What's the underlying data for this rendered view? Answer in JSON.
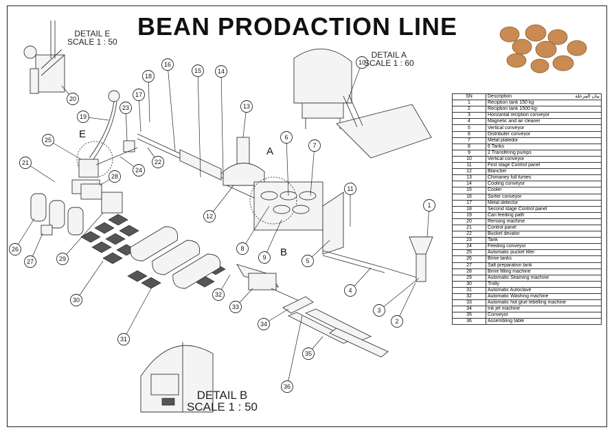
{
  "title": "BEAN PRODACTION LINE",
  "details": {
    "e": {
      "name": "DETAIL E",
      "scale": "SCALE 1 : 50"
    },
    "a": {
      "name": "DETAIL A",
      "scale": "SCALE 1 : 60"
    },
    "b": {
      "name": "DETAIL B",
      "scale": "SCALE 1 : 50"
    }
  },
  "section_letters": {
    "a": "A",
    "b": "B",
    "e": "E"
  },
  "legend": {
    "header": {
      "sn": "SN",
      "description": "Description",
      "arabic": "بيان المرحلة"
    },
    "rows": [
      {
        "sn": "1",
        "description": "Reciption tank 150 kg"
      },
      {
        "sn": "2",
        "description": "Reciption tank 1500 kg-"
      },
      {
        "sn": "3",
        "description": "Horizantal reciption conveyor"
      },
      {
        "sn": "4",
        "description": "Magnetic and air cleaner"
      },
      {
        "sn": "5",
        "description": "Vertical conveyor"
      },
      {
        "sn": "6",
        "description": "Distributer conveyor"
      },
      {
        "sn": "7",
        "description": "Metal platedor"
      },
      {
        "sn": "8",
        "description": "6 Tanks"
      },
      {
        "sn": "9",
        "description": "2 Transfering pumps"
      },
      {
        "sn": "10",
        "description": "Vertical conveyor"
      },
      {
        "sn": "11",
        "description": "First stage Control panel"
      },
      {
        "sn": "12",
        "description": "Blancher"
      },
      {
        "sn": "13",
        "description": "Chimaney full fumes"
      },
      {
        "sn": "14",
        "description": "Cooling conveyor"
      },
      {
        "sn": "15",
        "description": "Cooler"
      },
      {
        "sn": "16",
        "description": "Sorter conveyor"
      },
      {
        "sn": "17",
        "description": "Metal detector"
      },
      {
        "sn": "18",
        "description": "Second stage Control panel"
      },
      {
        "sn": "19",
        "description": "Can feeding path"
      },
      {
        "sn": "20",
        "description": "Rensing machine"
      },
      {
        "sn": "21",
        "description": "Control panel"
      },
      {
        "sn": "22",
        "description": "Bucket devator"
      },
      {
        "sn": "23",
        "description": "Tank"
      },
      {
        "sn": "24",
        "description": "Feeding conveyor"
      },
      {
        "sn": "25",
        "description": "Automatic pucket filler"
      },
      {
        "sn": "26",
        "description": "Brine tanks"
      },
      {
        "sn": "27",
        "description": "Salt preparation tank"
      },
      {
        "sn": "28",
        "description": "Brine filling machine"
      },
      {
        "sn": "29",
        "description": "Automatic Seaming machine"
      },
      {
        "sn": "30",
        "description": "Trolly"
      },
      {
        "sn": "31",
        "description": "Automatic Autoclave"
      },
      {
        "sn": "32",
        "description": "Automatic Washing machine"
      },
      {
        "sn": "33",
        "description": "Automatic hot glue lebelling machine"
      },
      {
        "sn": "34",
        "description": "Ink jet machine"
      },
      {
        "sn": "35",
        "description": "Conveyor"
      },
      {
        "sn": "36",
        "description": "Assembling table"
      }
    ]
  },
  "callouts": [
    "1",
    "2",
    "3",
    "4",
    "5",
    "6",
    "7",
    "8",
    "9",
    "10",
    "11",
    "12",
    "13",
    "14",
    "15",
    "16",
    "17",
    "18",
    "19",
    "20",
    "21",
    "22",
    "23",
    "24",
    "25",
    "26",
    "27",
    "28",
    "29",
    "30",
    "31",
    "32",
    "33",
    "34",
    "35",
    "36"
  ]
}
